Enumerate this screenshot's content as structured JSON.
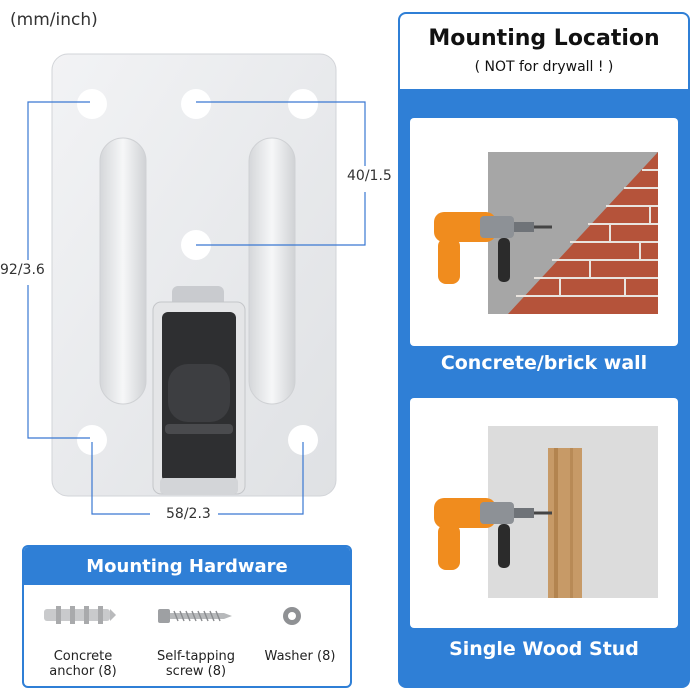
{
  "units": "(mm/inch)",
  "dimensions": {
    "top_to_center": "40/1.5",
    "vertical_span": "92/3.6",
    "horizontal_span": "58/2.3"
  },
  "location_panel": {
    "title": "Mounting Location",
    "subtitle": "( NOT for drywall ! )",
    "option1_label": "Concrete/brick wall",
    "option2_label": "Single Wood Stud"
  },
  "hardware_panel": {
    "title": "Mounting Hardware",
    "items": [
      {
        "label_line1": "Concrete",
        "label_line2": "anchor (8)",
        "icon": "anchor-icon"
      },
      {
        "label_line1": "Self-tapping",
        "label_line2": "screw (8)",
        "icon": "screw-icon"
      },
      {
        "label_line1": "Washer (8)",
        "label_line2": "",
        "icon": "washer-icon"
      }
    ]
  },
  "colors": {
    "accent": "#2f7fd6",
    "plate": "#e9eaec",
    "brick": "#b5533a",
    "concrete": "#a8a8a8",
    "wood": "#c79a67",
    "drill": "#f08c1e"
  }
}
